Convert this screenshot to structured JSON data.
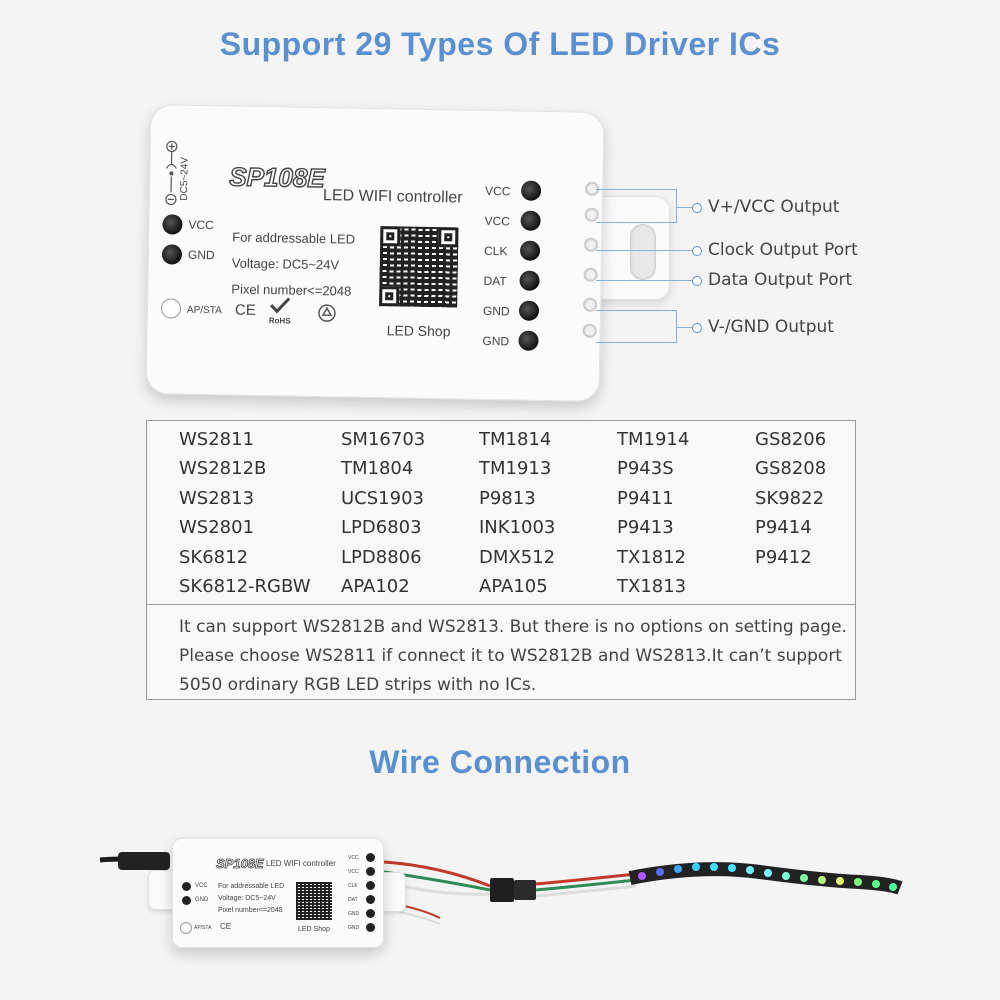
{
  "titles": {
    "top": "Support 29 Types Of LED Driver ICs",
    "bottom": "Wire Connection"
  },
  "device": {
    "model": "SP108E",
    "product": "LED WIFI controller",
    "line1": "For addressable LED",
    "line2": "Voltage: DC5~24V",
    "line3": "Pixel number<=2048",
    "shop": "LED Shop",
    "power_label": "DC5~24V",
    "left_vcc": "VCC",
    "left_gnd": "GND",
    "ap_sta": "AP/STA",
    "ce_mark": "CE",
    "rohs_mark": "RoHS",
    "right_ports": [
      "VCC",
      "VCC",
      "CLK",
      "DAT",
      "GND",
      "GND"
    ]
  },
  "callouts": [
    "V+/VCC Output",
    "Clock Output Port",
    "Data Output Port",
    "V-/GND Output"
  ],
  "ic_table": {
    "columns": [
      [
        "WS2811",
        "WS2812B",
        "WS2813",
        "WS2801",
        "SK6812",
        "SK6812-RGBW"
      ],
      [
        "SM16703",
        "TM1804",
        "UCS1903",
        "LPD6803",
        "LPD8806",
        "APA102"
      ],
      [
        "TM1814",
        "TM1913",
        "P9813",
        "INK1003",
        "DMX512",
        "APA105"
      ],
      [
        "TM1914",
        "P943S",
        "P9411",
        "P9413",
        "TX1812",
        "TX1813"
      ],
      [
        "GS8206",
        "GS8208",
        "SK9822",
        "P9414",
        "P9412"
      ]
    ],
    "note": [
      "It can support WS2812B and WS2813. But there is no options on setting page.",
      "Please choose WS2811 if connect it to WS2812B and WS2813.It can’t support",
      "5050 ordinary RGB LED strips with no ICs."
    ]
  },
  "colors": {
    "title_blue": "#5a8fd0",
    "callout_line": "#8ab0d6",
    "wire_red": "#c0392b",
    "wire_green": "#2e8b57",
    "wire_white": "#e8e8e8"
  }
}
